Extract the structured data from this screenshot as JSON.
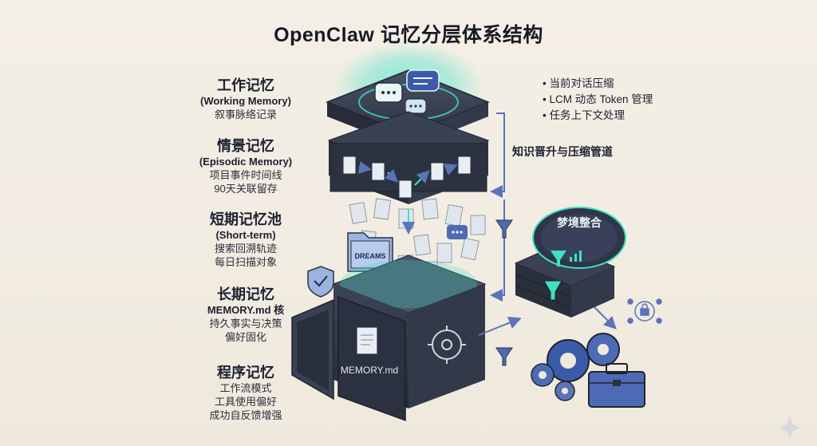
{
  "title": "OpenClaw 记忆分层体系结构",
  "tiers": [
    {
      "name": "工作记忆",
      "en": "(Working Memory)",
      "lines": [
        "叙事脉络记录"
      ]
    },
    {
      "name": "情景记忆",
      "en": "(Episodic Memory)",
      "lines": [
        "项目事件时间线",
        "90天关联留存"
      ]
    },
    {
      "name": "短期记忆池",
      "en": "(Short-term)",
      "lines": [
        "搜索回溯轨迹",
        "每日扫描对象"
      ]
    },
    {
      "name": "长期记忆",
      "en": "MEMORY.md 核",
      "lines": [
        "持久事实与决策",
        "偏好固化"
      ]
    },
    {
      "name": "程序记忆",
      "en": "",
      "lines": [
        "工作流模式",
        "工具使用偏好",
        "成功自反馈增强"
      ]
    }
  ],
  "bullets": [
    "当前对话压缩",
    "LCM 动态 Token 管理",
    "任务上下文处理"
  ],
  "pipeline_label": "知识晋升与压缩管道",
  "dream_label": "梦境整合",
  "folder_label": "DREAMS",
  "vault_label": "MEMORY.md",
  "colors": {
    "accent": "#3de0c2",
    "dark_block": "#2b3140",
    "block_mid": "#3a4152",
    "arrow": "#5b73b8"
  }
}
